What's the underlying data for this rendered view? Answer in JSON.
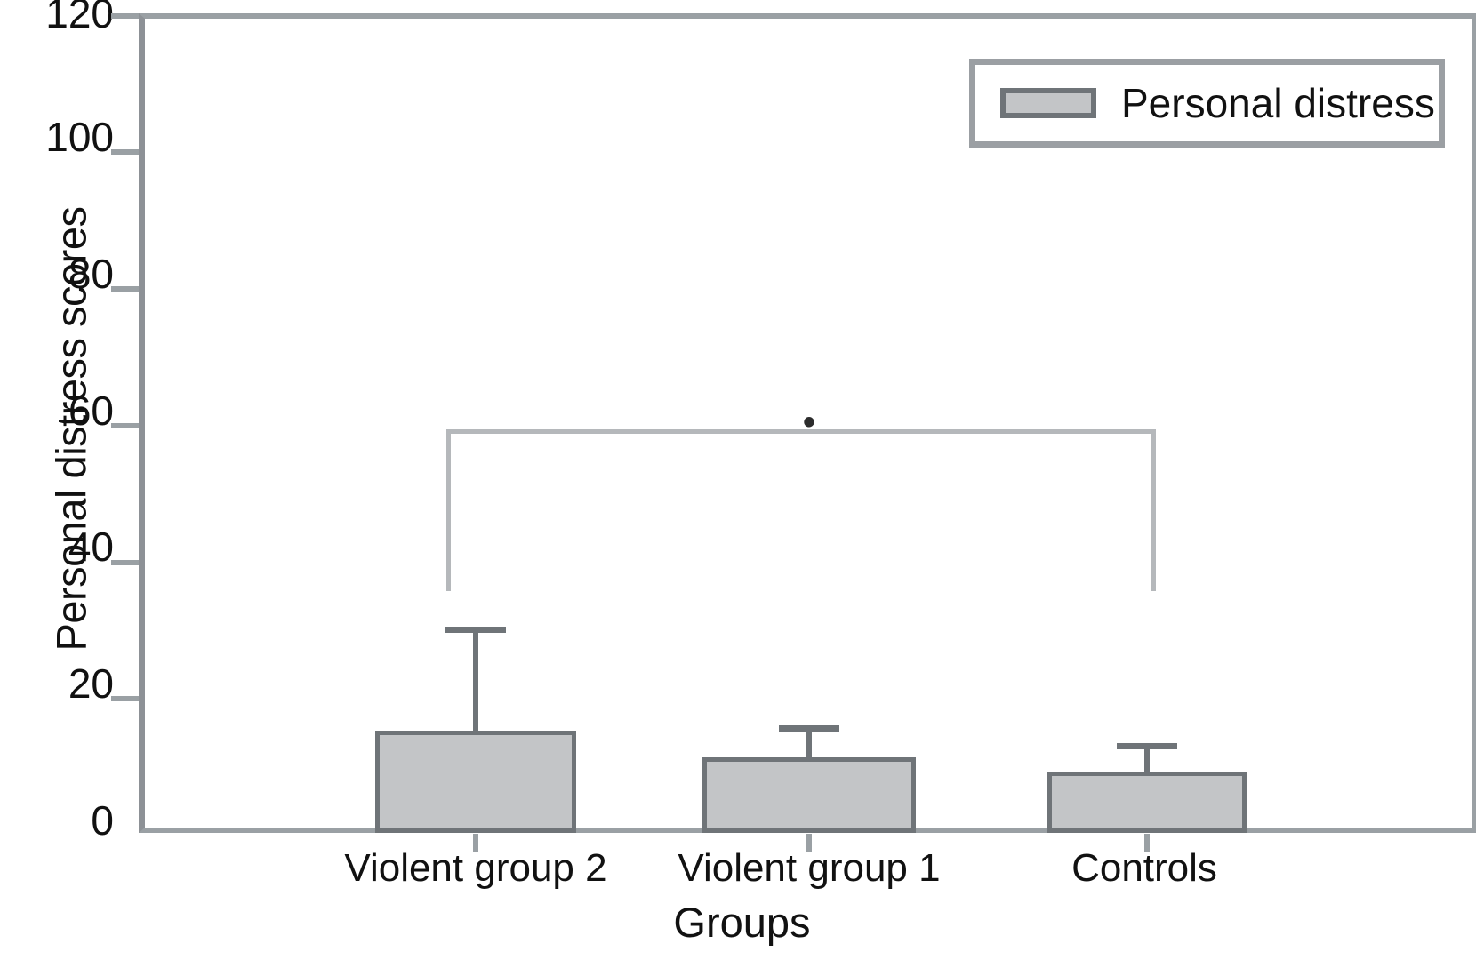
{
  "chart_data": {
    "type": "bar",
    "title": "",
    "xlabel": "Groups",
    "ylabel": "Personal distress scores",
    "categories": [
      "Violent group 2",
      "Violent group 1",
      "Controls"
    ],
    "series": [
      {
        "name": "Personal distress",
        "values": [
          15.0,
          11.0,
          9.0
        ],
        "errors": [
          15.0,
          4.5,
          4.0
        ]
      }
    ],
    "ylim": [
      0,
      120
    ],
    "ytick_labels": [
      "120",
      "100",
      "80",
      "60",
      "40",
      "20",
      "0"
    ],
    "ytick_values": [
      120,
      100,
      80,
      60,
      40,
      20,
      0
    ],
    "ytick_interval": 20,
    "grid": false,
    "legend": {
      "position": "top-right",
      "entries": [
        {
          "label": "Personal distress",
          "swatch_fill": "#c3c5c7",
          "swatch_border": "#6f7478"
        }
      ]
    },
    "annotations": [
      {
        "type": "significance-bracket",
        "marker": "•",
        "from_category": "Violent group 2",
        "to_category": "Controls",
        "bracket_y": 59,
        "leg_bottom_y": 35.5
      }
    ],
    "colors": {
      "bar_fill": "#c3c5c7",
      "bar_border": "#6f7478",
      "axis": "#9aa0a4",
      "text": "#111111",
      "bracket": "#b5b8bb"
    }
  }
}
